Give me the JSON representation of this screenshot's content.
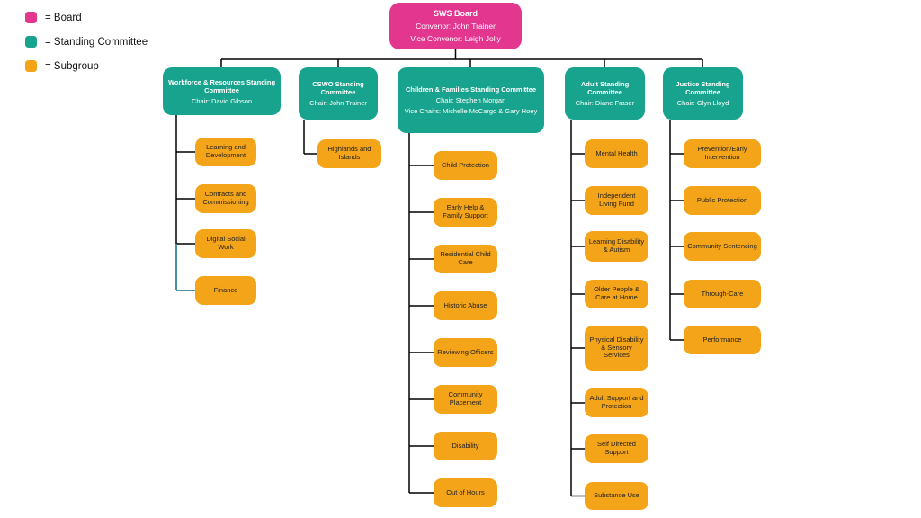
{
  "colors": {
    "background": "#ffffff",
    "board": "#e3368f",
    "committee": "#17a38d",
    "subgroup": "#f4a418",
    "connector": "#000000",
    "connector_alt": "#31849b"
  },
  "legend": {
    "items": [
      {
        "label": "= Board",
        "swatch": "board"
      },
      {
        "label": "= Standing Committee",
        "swatch": "committee"
      },
      {
        "label": "= Subgroup",
        "swatch": "subgroup"
      }
    ]
  },
  "board": {
    "title": "SWS Board",
    "lines": [
      "Convenor: John Trainer",
      "Vice Convenor: Leigh Jolly"
    ]
  },
  "committees": [
    {
      "id": "workforce-resources",
      "title": "Workforce & Resources Standing Committee",
      "details": [
        "Chair: David Gibson"
      ],
      "subgroups": [
        "Learning and Development",
        "Contracts and Commissioning",
        "Digital Social Work",
        "Finance"
      ]
    },
    {
      "id": "cswo",
      "title": "CSWO Standing Committee",
      "details": [
        "Chair: John Trainer"
      ],
      "subgroups": [
        "Highlands and Islands"
      ]
    },
    {
      "id": "children-families",
      "title": "Children & Families Standing Committee",
      "details": [
        "Chair: Stephen Morgan",
        "Vice Chairs: Michelle McCargo & Gary Hoey"
      ],
      "subgroups": [
        "Child Protection",
        "Early Help & Family Support",
        "Residential Child Care",
        "Historic Abuse",
        "Reviewing Officers",
        "Community Placement",
        "Disability",
        "Out of Hours"
      ]
    },
    {
      "id": "adult",
      "title": "Adult Standing Committee",
      "details": [
        "Chair: Diane Fraser"
      ],
      "subgroups": [
        "Mental Health",
        "Independent Living Fund",
        "Learning Disability & Autism",
        "Older People & Care at Home",
        "Physical Disability & Sensory Services",
        "Adult Support and Protection",
        "Self Directed Support",
        "Substance Use"
      ]
    },
    {
      "id": "justice",
      "title": "Justice Standing Committee",
      "details": [
        "Chair: Glyn Lloyd"
      ],
      "subgroups": [
        "Prevention/Early Intervention",
        "Public Protection",
        "Community Sentencing",
        "Through-Care",
        "Performance"
      ]
    }
  ]
}
